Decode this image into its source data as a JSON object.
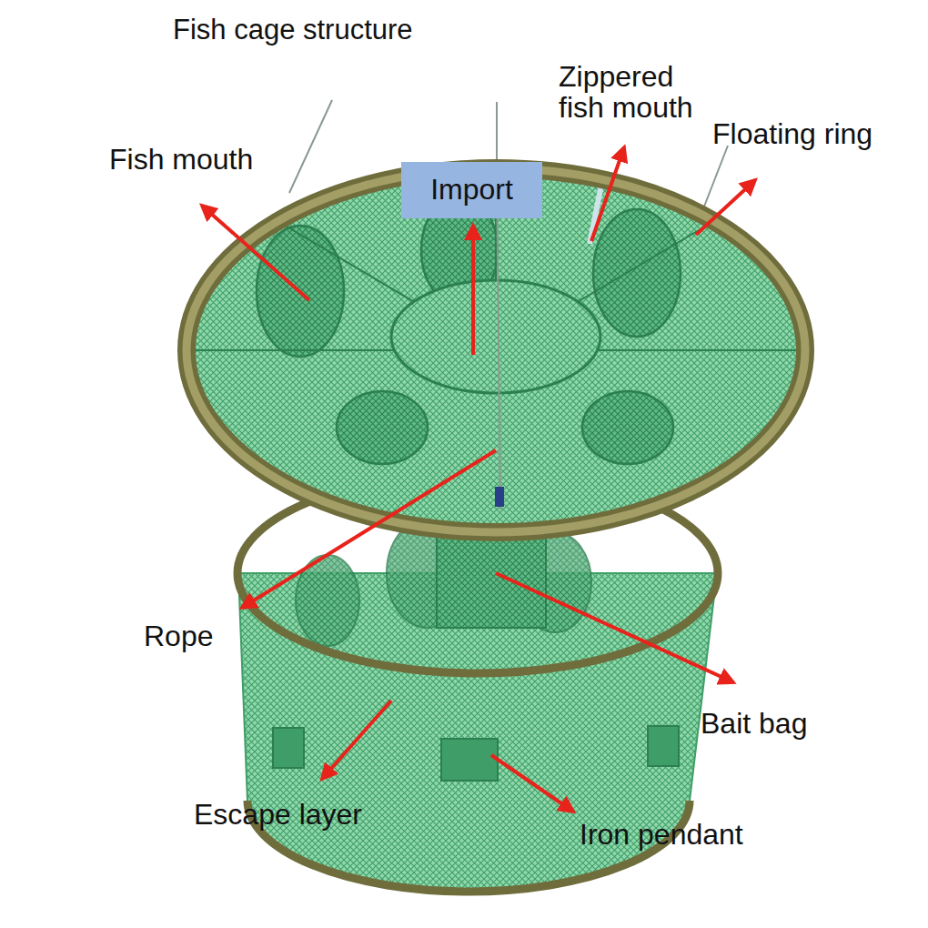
{
  "diagram": {
    "title": "Fish cage structure",
    "nodes": [
      {
        "text": [
          "Import"
        ]
      }
    ],
    "labels": [
      "Fish mouth",
      "Zippered fish mouth",
      "Floating ring",
      "Rope",
      "Bait bag",
      "Escape layer",
      "Iron pendant"
    ]
  }
}
